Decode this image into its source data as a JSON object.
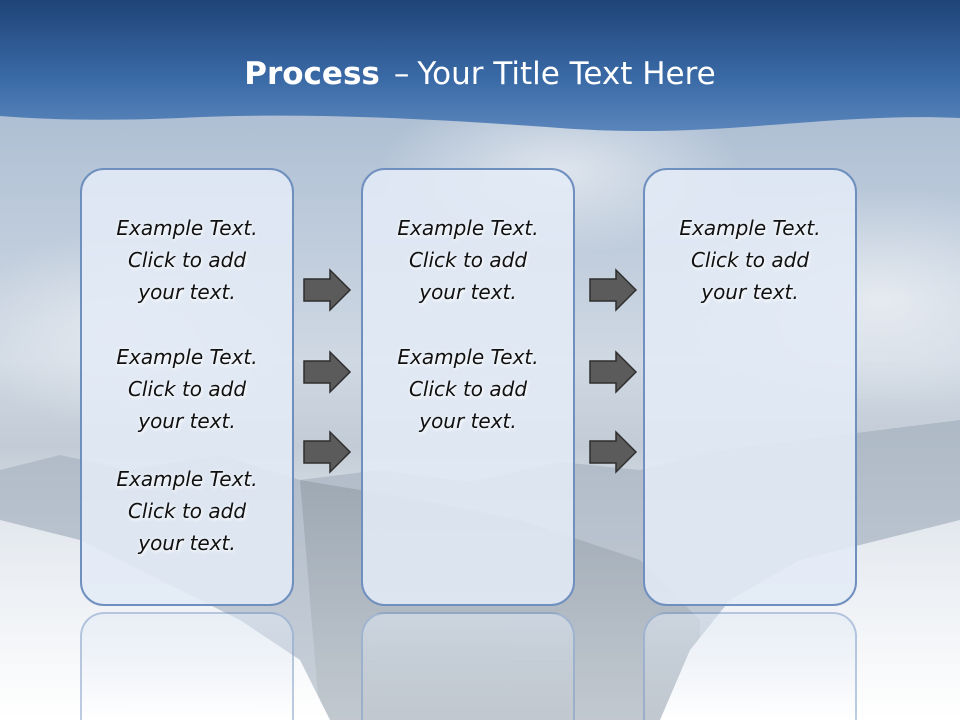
{
  "title": {
    "bold": "Process",
    "separator": "–",
    "rest": "Your Title Text Here"
  },
  "panels": [
    {
      "blocks": [
        {
          "line1": "Example Text.",
          "line2": "Click  to add",
          "line3": "your text."
        },
        {
          "line1": "Example Text.",
          "line2": "Click  to add",
          "line3": "your text."
        },
        {
          "line1": "Example Text.",
          "line2": "Click  to add",
          "line3": "your text."
        }
      ]
    },
    {
      "blocks": [
        {
          "line1": "Example Text.",
          "line2": "Click  to add",
          "line3": "your text."
        },
        {
          "line1": "Example Text.",
          "line2": "Click  to add",
          "line3": "your text."
        }
      ]
    },
    {
      "blocks": [
        {
          "line1": "Example Text.",
          "line2": "Click  to add",
          "line3": "your text."
        }
      ]
    }
  ],
  "colors": {
    "title_band": "#2f5a91",
    "panel_border": "#6f8fbf",
    "panel_fill": "#e2ebf6",
    "arrow_fill": "#5b5b5b",
    "title_text": "#ffffff"
  },
  "icons": {
    "arrow": "right-arrow-icon"
  }
}
